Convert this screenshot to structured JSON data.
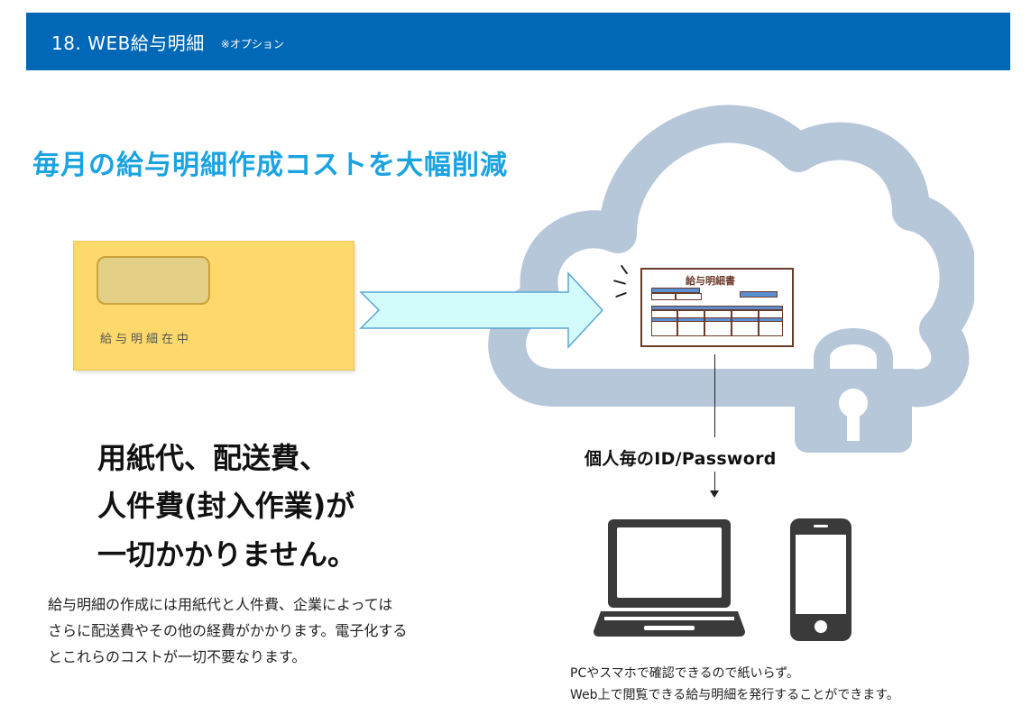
{
  "header": {
    "title": "18. WEB給与明細",
    "note": "※オプション"
  },
  "headline": "毎月の給与明細作成コストを大幅削減",
  "envelope": {
    "label": "給与明細在中"
  },
  "document": {
    "title": "給与明細書"
  },
  "id_password": "個人毎のID/Password",
  "benefit_lines": [
    "用紙代、配送費、",
    "人件費(封入作業)が",
    "一切かかりません。"
  ],
  "description_lines": [
    "給与明細の作成には用紙代と人件費、企業によっては",
    "さらに配送費やその他の経費がかかります。電子化する",
    "とこれらのコストが一切不要なります。"
  ],
  "device_caption_lines": [
    "PCやスマホで確認できるので紙いらず。",
    "Web上で閲覧できる給与明細を発行することができます。"
  ],
  "colors": {
    "header_bg": "#0068b7",
    "headline": "#1aa3e0",
    "envelope": "#fdd96b",
    "cloud": "#b7c7da",
    "arrow_fill": "#d4fbfb",
    "arrow_stroke": "#5aa6d6"
  }
}
